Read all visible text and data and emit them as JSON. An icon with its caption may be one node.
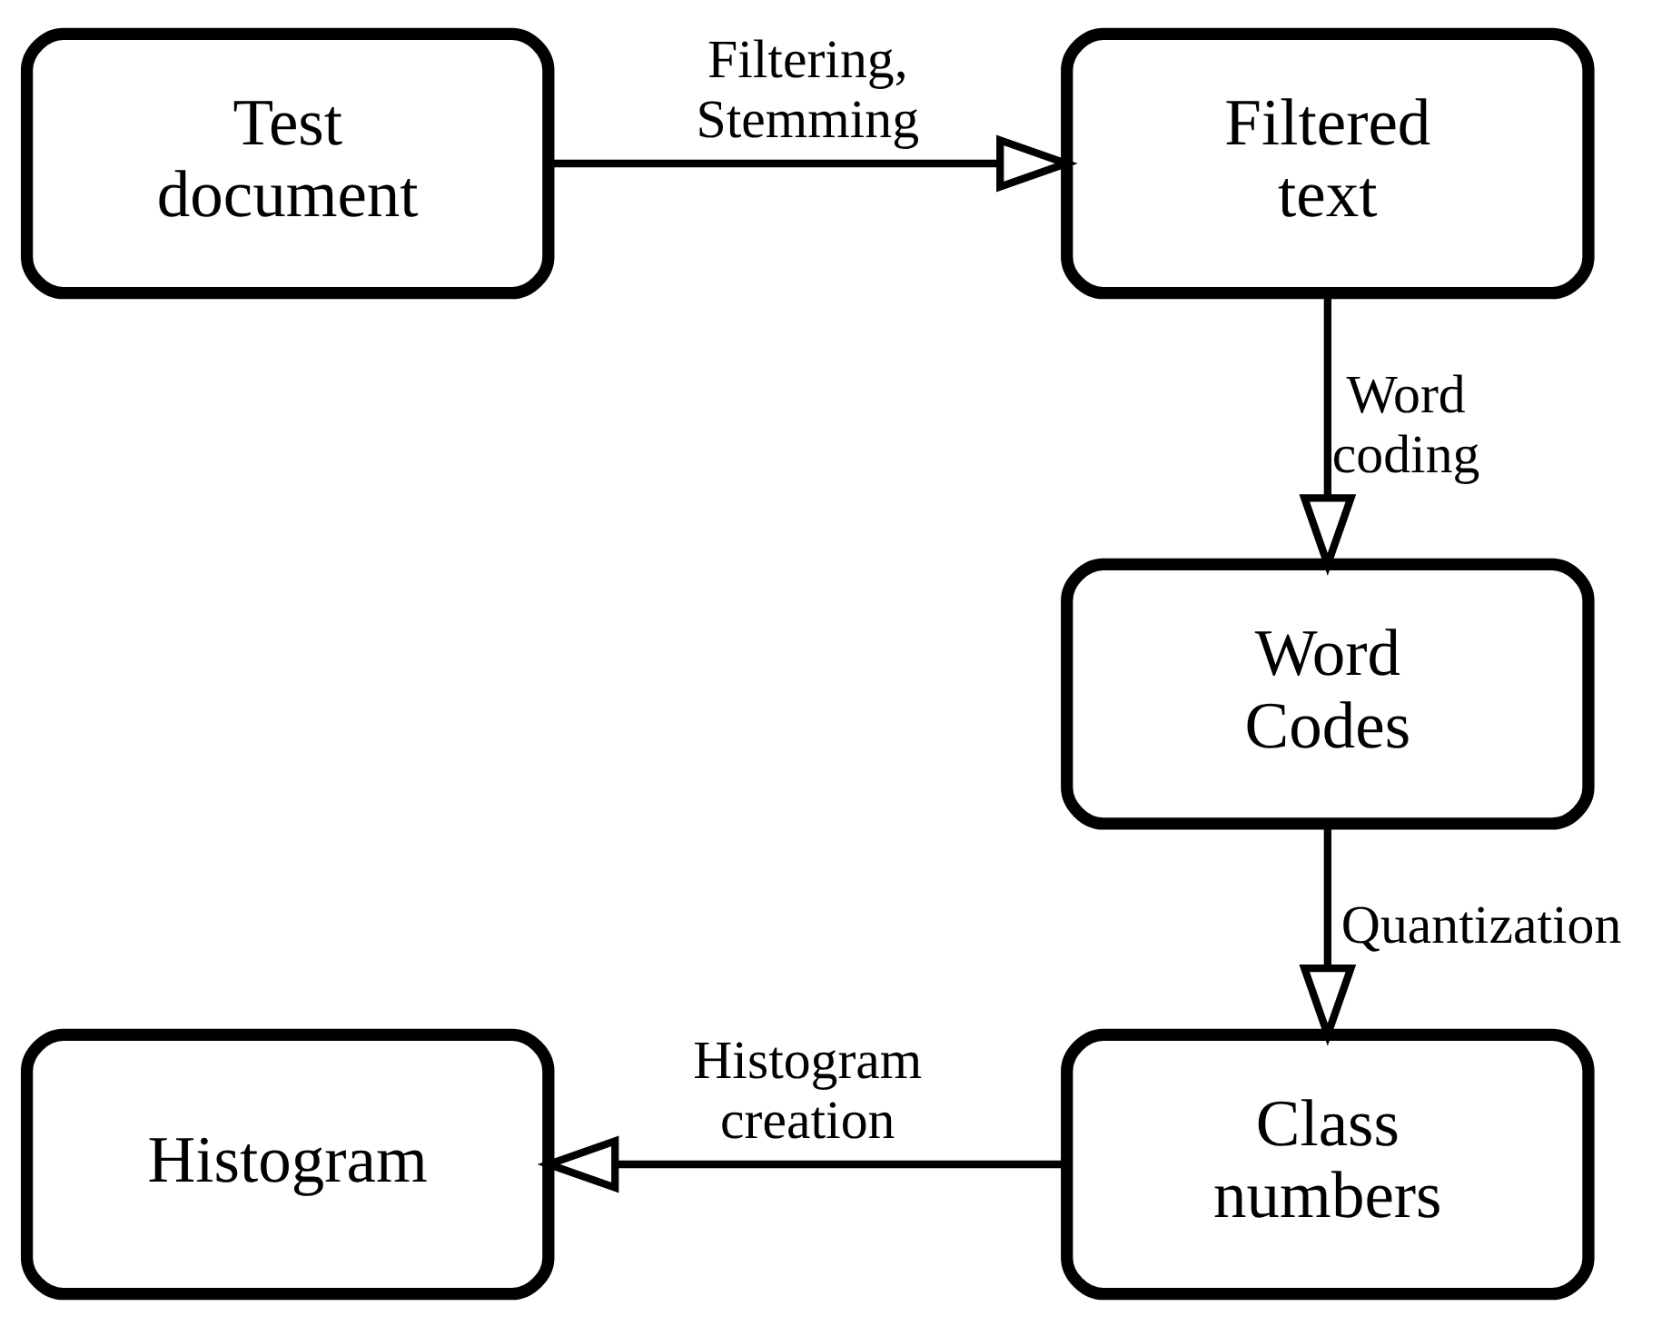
{
  "diagram": {
    "nodes": [
      {
        "text": [
          "Test document"
        ]
      },
      {
        "text": [
          "Filtered text"
        ]
      },
      {
        "text": [
          "Word Codes"
        ]
      },
      {
        "text": [
          "Class numbers"
        ]
      },
      {
        "text": [
          "Histogram"
        ]
      }
    ],
    "edges": [
      {
        "from": 0,
        "to": 1,
        "arrow": "to",
        "label": "Filtering, Stemming"
      },
      {
        "from": 1,
        "to": 2,
        "arrow": "to",
        "label": "Word coding"
      },
      {
        "from": 2,
        "to": 3,
        "arrow": "to",
        "label": "Quantization"
      },
      {
        "from": 3,
        "to": 4,
        "arrow": "to",
        "label": "Histogram creation"
      }
    ]
  }
}
